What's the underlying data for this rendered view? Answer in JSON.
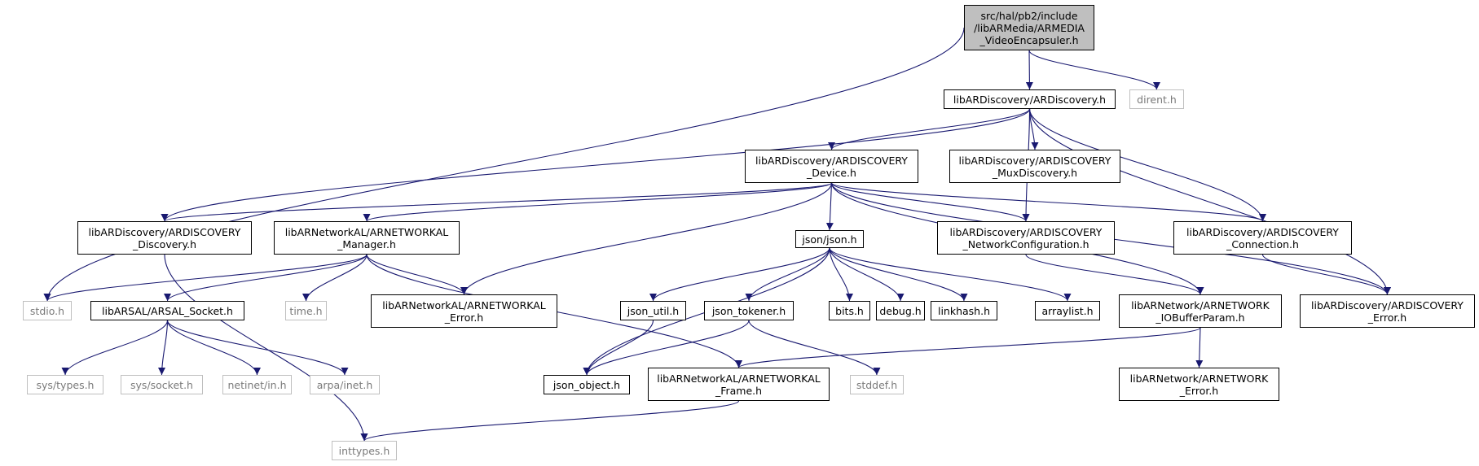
{
  "colors": {
    "edge": "#191970",
    "root_fill": "#bfbfbf",
    "external_border": "#bfbfbf",
    "external_text": "#7a7a7a"
  },
  "nodes": [
    {
      "id": "root",
      "kind": "root",
      "lines": [
        "src/hal/pb2/include",
        "/libARMedia/ARMEDIA",
        "_VideoEncapsuler.h"
      ]
    },
    {
      "id": "ardiscovery",
      "kind": "file",
      "lines": [
        "libARDiscovery/ARDiscovery.h"
      ]
    },
    {
      "id": "dirent",
      "kind": "external",
      "lines": [
        "dirent.h"
      ]
    },
    {
      "id": "device",
      "kind": "file",
      "lines": [
        "libARDiscovery/ARDISCOVERY",
        "_Device.h"
      ]
    },
    {
      "id": "muxdiscovery",
      "kind": "file",
      "lines": [
        "libARDiscovery/ARDISCOVERY",
        "_MuxDiscovery.h"
      ]
    },
    {
      "id": "discovery",
      "kind": "file",
      "lines": [
        "libARDiscovery/ARDISCOVERY",
        "_Discovery.h"
      ]
    },
    {
      "id": "manager",
      "kind": "file",
      "lines": [
        "libARNetworkAL/ARNETWORKAL",
        "_Manager.h"
      ]
    },
    {
      "id": "json",
      "kind": "file",
      "lines": [
        "json/json.h"
      ]
    },
    {
      "id": "netconfig",
      "kind": "file",
      "lines": [
        "libARDiscovery/ARDISCOVERY",
        "_NetworkConfiguration.h"
      ]
    },
    {
      "id": "connection",
      "kind": "file",
      "lines": [
        "libARDiscovery/ARDISCOVERY",
        "_Connection.h"
      ]
    },
    {
      "id": "stdio",
      "kind": "external",
      "lines": [
        "stdio.h"
      ]
    },
    {
      "id": "socket",
      "kind": "file",
      "lines": [
        "libARSAL/ARSAL_Socket.h"
      ]
    },
    {
      "id": "time",
      "kind": "external",
      "lines": [
        "time.h"
      ]
    },
    {
      "id": "alerror",
      "kind": "file",
      "lines": [
        "libARNetworkAL/ARNETWORKAL",
        "_Error.h"
      ]
    },
    {
      "id": "jsonutil",
      "kind": "file",
      "lines": [
        "json_util.h"
      ]
    },
    {
      "id": "jsontokener",
      "kind": "file",
      "lines": [
        "json_tokener.h"
      ]
    },
    {
      "id": "bits",
      "kind": "file",
      "lines": [
        "bits.h"
      ]
    },
    {
      "id": "debug",
      "kind": "file",
      "lines": [
        "debug.h"
      ]
    },
    {
      "id": "linkhash",
      "kind": "file",
      "lines": [
        "linkhash.h"
      ]
    },
    {
      "id": "arraylist",
      "kind": "file",
      "lines": [
        "arraylist.h"
      ]
    },
    {
      "id": "iobuffer",
      "kind": "file",
      "lines": [
        "libARNetwork/ARNETWORK",
        "_IOBufferParam.h"
      ]
    },
    {
      "id": "discerror",
      "kind": "file",
      "lines": [
        "libARDiscovery/ARDISCOVERY",
        "_Error.h"
      ]
    },
    {
      "id": "systypes",
      "kind": "external",
      "lines": [
        "sys/types.h"
      ]
    },
    {
      "id": "syssocket",
      "kind": "external",
      "lines": [
        "sys/socket.h"
      ]
    },
    {
      "id": "netinet",
      "kind": "external",
      "lines": [
        "netinet/in.h"
      ]
    },
    {
      "id": "arpa",
      "kind": "external",
      "lines": [
        "arpa/inet.h"
      ]
    },
    {
      "id": "jsonobject",
      "kind": "file",
      "lines": [
        "json_object.h"
      ]
    },
    {
      "id": "frame",
      "kind": "file",
      "lines": [
        "libARNetworkAL/ARNETWORKAL",
        "_Frame.h"
      ]
    },
    {
      "id": "stddef",
      "kind": "external",
      "lines": [
        "stddef.h"
      ]
    },
    {
      "id": "neterror",
      "kind": "file",
      "lines": [
        "libARNetwork/ARNETWORK",
        "_Error.h"
      ]
    },
    {
      "id": "inttypes",
      "kind": "external",
      "lines": [
        "inttypes.h"
      ]
    }
  ],
  "edges": [
    [
      "root",
      "ardiscovery"
    ],
    [
      "root",
      "dirent"
    ],
    [
      "root",
      "stdio"
    ],
    [
      "ardiscovery",
      "device"
    ],
    [
      "ardiscovery",
      "muxdiscovery"
    ],
    [
      "ardiscovery",
      "discovery"
    ],
    [
      "ardiscovery",
      "netconfig"
    ],
    [
      "ardiscovery",
      "connection"
    ],
    [
      "ardiscovery",
      "discerror"
    ],
    [
      "device",
      "discovery"
    ],
    [
      "device",
      "manager"
    ],
    [
      "device",
      "json"
    ],
    [
      "device",
      "netconfig"
    ],
    [
      "device",
      "connection"
    ],
    [
      "device",
      "alerror"
    ],
    [
      "device",
      "iobuffer"
    ],
    [
      "device",
      "discerror"
    ],
    [
      "discovery",
      "inttypes"
    ],
    [
      "manager",
      "stdio"
    ],
    [
      "manager",
      "socket"
    ],
    [
      "manager",
      "time"
    ],
    [
      "manager",
      "alerror"
    ],
    [
      "manager",
      "frame"
    ],
    [
      "json",
      "jsonobject"
    ],
    [
      "json",
      "jsonutil"
    ],
    [
      "json",
      "jsontokener"
    ],
    [
      "json",
      "bits"
    ],
    [
      "json",
      "debug"
    ],
    [
      "json",
      "linkhash"
    ],
    [
      "json",
      "arraylist"
    ],
    [
      "netconfig",
      "iobuffer"
    ],
    [
      "connection",
      "discerror"
    ],
    [
      "socket",
      "systypes"
    ],
    [
      "socket",
      "syssocket"
    ],
    [
      "socket",
      "netinet"
    ],
    [
      "socket",
      "arpa"
    ],
    [
      "jsonutil",
      "jsonobject"
    ],
    [
      "jsontokener",
      "jsonobject"
    ],
    [
      "jsontokener",
      "stddef"
    ],
    [
      "iobuffer",
      "frame"
    ],
    [
      "iobuffer",
      "neterror"
    ],
    [
      "frame",
      "inttypes"
    ]
  ]
}
